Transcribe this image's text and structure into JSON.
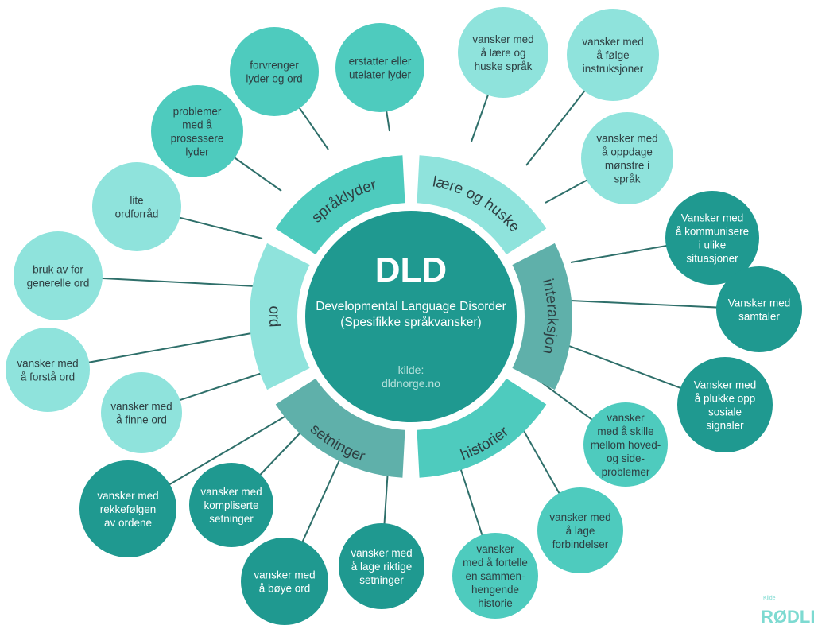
{
  "colors": {
    "line": "#2e6f6a",
    "light": "#8fe3dc",
    "medium": "#4ecbbe",
    "dark": "#1f9990",
    "slate": "#5fb0aa",
    "center": "#1f9990",
    "white": "#ffffff",
    "credit": "#b7e1dc",
    "logo": "#7ddad1",
    "segment_text": "#2e3f42",
    "bubble_text_dark": "#2e3f42",
    "bubble_text_light": "#ffffff"
  },
  "center": {
    "title": "DLD",
    "subtitle": [
      "Developmental Language Disorder",
      "(Spesifikke språkvansker)"
    ],
    "credit": [
      "kilde:",
      "dldnorge.no"
    ]
  },
  "segments": [
    {
      "id": "spraklyder",
      "label": "språklyder",
      "color": "medium"
    },
    {
      "id": "laere",
      "label": "lære og huske",
      "color": "light"
    },
    {
      "id": "interaksjon",
      "label": "interaksjon",
      "color": "slate"
    },
    {
      "id": "historier",
      "label": "historier",
      "color": "medium"
    },
    {
      "id": "setninger",
      "label": "setninger",
      "color": "slate"
    },
    {
      "id": "ord",
      "label": "ord",
      "color": "light"
    }
  ],
  "bubbles": [
    {
      "segment": "spraklyder",
      "color": "medium",
      "lines": [
        "problemer",
        "med å",
        "prosessere",
        "lyder"
      ]
    },
    {
      "segment": "spraklyder",
      "color": "medium",
      "lines": [
        "forvrenger",
        "lyder og ord"
      ]
    },
    {
      "segment": "spraklyder",
      "color": "medium",
      "lines": [
        "erstatter eller",
        "utelater lyder"
      ]
    },
    {
      "segment": "laere",
      "color": "light",
      "lines": [
        "vansker med",
        "å lære og",
        "huske språk"
      ]
    },
    {
      "segment": "laere",
      "color": "light",
      "lines": [
        "vansker med",
        "å følge",
        "instruksjoner"
      ]
    },
    {
      "segment": "laere",
      "color": "light",
      "lines": [
        "vansker med",
        "å oppdage",
        "mønstre i",
        "språk"
      ]
    },
    {
      "segment": "interaksjon",
      "color": "dark",
      "lines": [
        "Vansker med",
        "å kommunisere",
        "i ulike",
        "situasjoner"
      ]
    },
    {
      "segment": "interaksjon",
      "color": "dark",
      "lines": [
        "Vansker med",
        "samtaler"
      ]
    },
    {
      "segment": "interaksjon",
      "color": "dark",
      "lines": [
        "Vansker med",
        "å plukke opp",
        "sosiale",
        "signaler"
      ]
    },
    {
      "segment": "historier",
      "color": "medium",
      "lines": [
        "vansker",
        "med å skille",
        "mellom hoved-",
        "og side-",
        "problemer"
      ]
    },
    {
      "segment": "historier",
      "color": "medium",
      "lines": [
        "vansker med",
        "å lage",
        "forbindelser"
      ]
    },
    {
      "segment": "historier",
      "color": "medium",
      "lines": [
        "vansker",
        "med å fortelle",
        "en sammen-",
        "hengende",
        "historie"
      ]
    },
    {
      "segment": "setninger",
      "color": "dark",
      "lines": [
        "vansker med",
        "å lage riktige",
        "setninger"
      ]
    },
    {
      "segment": "setninger",
      "color": "dark",
      "lines": [
        "vansker med",
        "å bøye ord"
      ]
    },
    {
      "segment": "setninger",
      "color": "dark",
      "lines": [
        "vansker med",
        "kompliserte",
        "setninger"
      ]
    },
    {
      "segment": "setninger",
      "color": "dark",
      "lines": [
        "vansker med",
        "rekkefølgen",
        "av ordene"
      ]
    },
    {
      "segment": "ord",
      "color": "light",
      "lines": [
        "vansker med",
        "å finne ord"
      ]
    },
    {
      "segment": "ord",
      "color": "light",
      "lines": [
        "vansker med",
        "å forstå ord"
      ]
    },
    {
      "segment": "ord",
      "color": "light",
      "lines": [
        "bruk av for",
        "generelle ord"
      ]
    },
    {
      "segment": "ord",
      "color": "light",
      "lines": [
        "lite",
        "ordforråd"
      ]
    }
  ],
  "logo": {
    "small": "Kilde",
    "word": "RØDLD"
  }
}
